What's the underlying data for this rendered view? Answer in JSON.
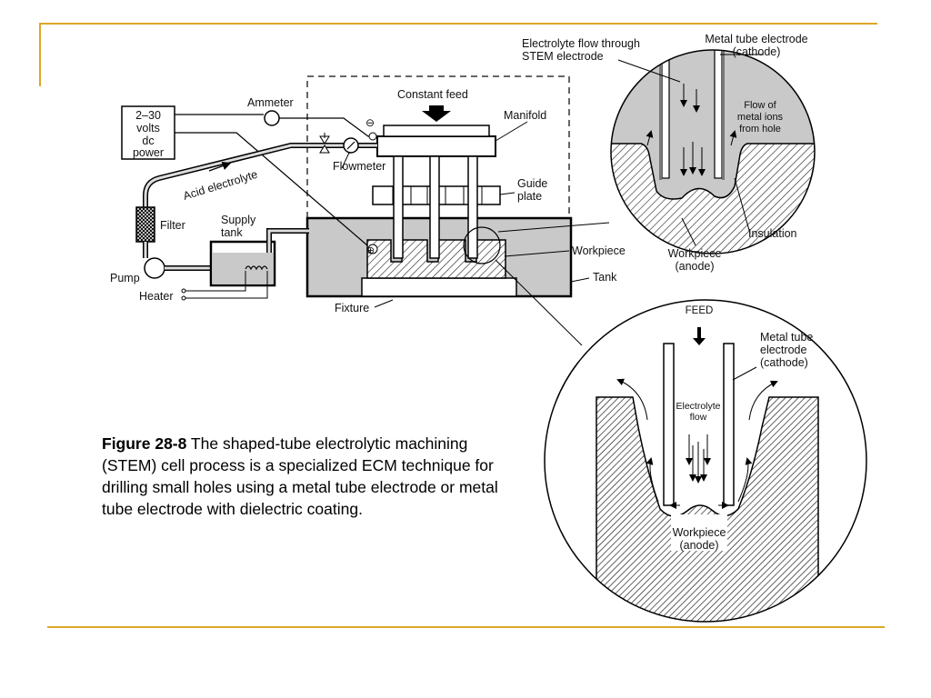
{
  "slide": {
    "accent_color": "#e0a526"
  },
  "caption": {
    "figure_label": "Figure 28-8",
    "text": " The shaped-tube electrolytic machining (STEM) cell process is a specialized ECM technique for drilling small holes using a metal tube electrode or metal tube electrode with dielectric coating."
  },
  "diagram": {
    "power_line1": "2–30",
    "power_line2": "volts",
    "power_line3": "dc",
    "power_line4": "power",
    "ammeter": "Ammeter",
    "constant_feed": "Constant feed",
    "manifold": "Manifold",
    "flowmeter": "Flowmeter",
    "guide_line1": "Guide",
    "guide_line2": "plate",
    "acid_electrolyte": "Acid electrolyte",
    "filter": "Filter",
    "supply_line1": "Supply",
    "supply_line2": "tank",
    "pump": "Pump",
    "heater": "Heater",
    "workpiece": "Workpiece",
    "tank": "Tank",
    "fixture": "Fixture",
    "minus_sign": "⊖",
    "plus_sign": "⊕",
    "top_detail": {
      "flow_line1": "Electrolyte flow through",
      "flow_line2": "STEM electrode",
      "cathode_line1": "Metal tube electrode",
      "cathode_line2": "(cathode)",
      "ions_line1": "Flow of",
      "ions_line2": "metal ions",
      "ions_line3": "from hole",
      "insulation": "Insulation",
      "workpiece_line1": "Workpiece",
      "workpiece_line2": "(anode)"
    },
    "bottom_detail": {
      "feed": "FEED",
      "cathode_line1": "Metal tube",
      "cathode_line2": "electrode",
      "cathode_line3": "(cathode)",
      "electrolyte_line1": "Electrolyte",
      "electrolyte_line2": "flow",
      "workpiece_line1": "Workpiece",
      "workpiece_line2": "(anode)"
    }
  }
}
